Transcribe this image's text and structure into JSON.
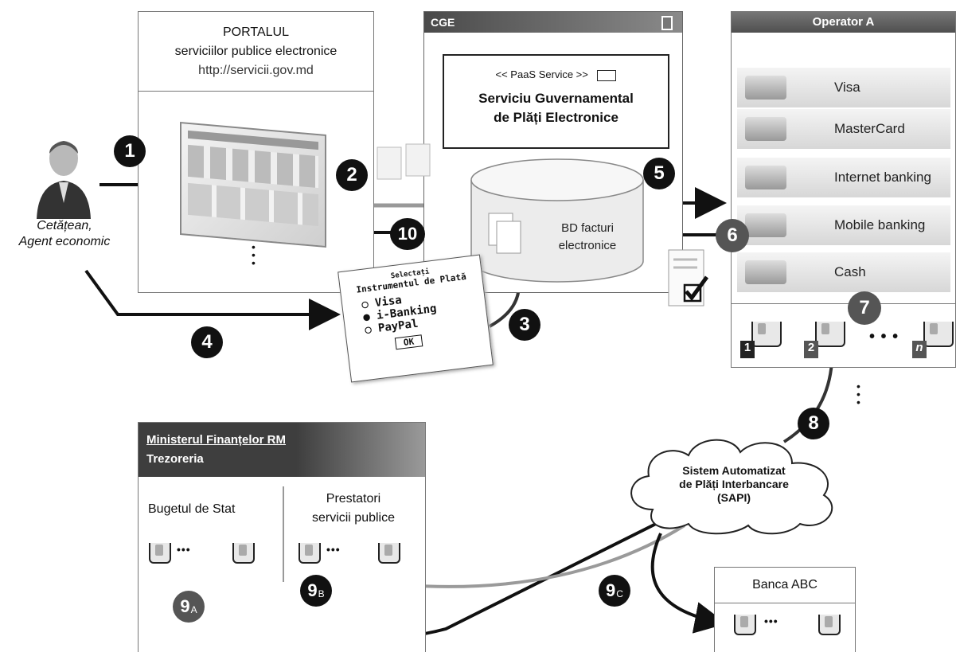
{
  "portal": {
    "title": "PORTALUL",
    "subtitle": "serviciilor publice electronice",
    "url": "http://servicii.gov.md"
  },
  "citizen": {
    "line1": "Cetățean,",
    "line2": "Agent economic"
  },
  "cge": {
    "header": "CGE",
    "service_stereotype": "<< PaaS Service >>",
    "service_name_line1": "Serviciu Guvernamental",
    "service_name_line2": "de Plăți Electronice",
    "db_line1": "BD facturi",
    "db_line2": "electronice"
  },
  "selector": {
    "title_line1": "Selectați",
    "title_line2": "Instrumentul de Plată",
    "options": [
      "Visa",
      "i-Banking",
      "PayPal"
    ],
    "selected_index": 1,
    "ok_label": "OK"
  },
  "operator": {
    "header": "Operator A",
    "methods": [
      "Visa",
      "MasterCard",
      "Internet banking",
      "Mobile banking",
      "Cash"
    ],
    "account_labels": [
      "1",
      "2",
      "n"
    ]
  },
  "ministry": {
    "line1": "Ministerul Finanțelor RM",
    "line2": "Trezoreria",
    "col1": "Bugetul de Stat",
    "col2_line1": "Prestatori",
    "col2_line2": "servicii publice"
  },
  "sapi": {
    "line1": "Sistem Automatizat",
    "line2": "de Plăți Interbancare",
    "line3": "(SAPI)"
  },
  "bank": {
    "name": "Banca ABC"
  },
  "steps": {
    "s1": "1",
    "s2": "2",
    "s3": "3",
    "s4": "4",
    "s5": "5",
    "s6": "6",
    "s7": "7",
    "s8": "8",
    "s9": "9",
    "s10": "10",
    "s9a": "A",
    "s9b": "B",
    "s9c": "C"
  },
  "colors": {
    "dark": "#111111",
    "gray_arrow": "#9a9a9a",
    "header_bg": "#5a5a5a"
  }
}
